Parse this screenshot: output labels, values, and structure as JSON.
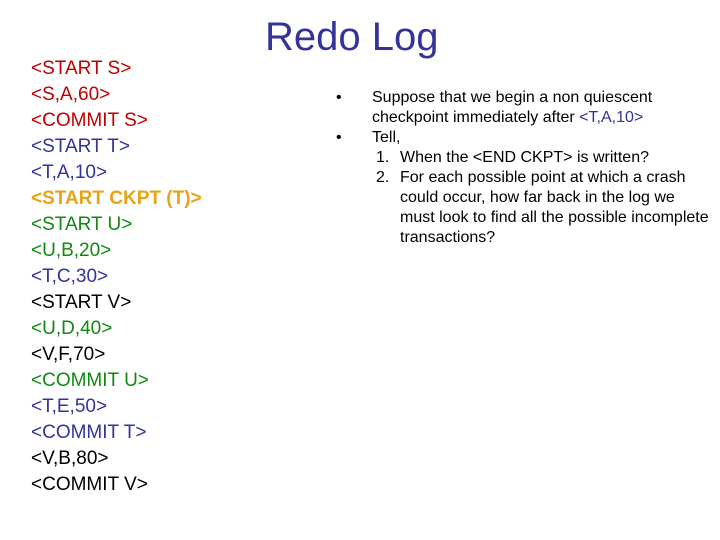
{
  "slide": {
    "title": "Redo Log",
    "title_color": "#333399",
    "background": "#ffffff"
  },
  "colors": {
    "red": "#C00000",
    "blue": "#333399",
    "green": "#118811",
    "orange": "#E8A317",
    "black": "#000000"
  },
  "log": {
    "entries": [
      {
        "text": "<START S>",
        "color": "red",
        "bold": false
      },
      {
        "text": "<S,A,60>",
        "color": "red",
        "bold": false
      },
      {
        "text": "<COMMIT S>",
        "color": "red",
        "bold": false
      },
      {
        "text": "<START T>",
        "color": "blue",
        "bold": false
      },
      {
        "text": "<T,A,10>",
        "color": "blue",
        "bold": false
      },
      {
        "text": "<START CKPT (T)>",
        "color": "orange",
        "bold": true
      },
      {
        "text": "<START U>",
        "color": "green",
        "bold": false
      },
      {
        "text": "<U,B,20>",
        "color": "green",
        "bold": false
      },
      {
        "text": "<T,C,30>",
        "color": "blue",
        "bold": false
      },
      {
        "text": "<START V>",
        "color": "black",
        "bold": false
      },
      {
        "text": "<U,D,40>",
        "color": "green",
        "bold": false
      },
      {
        "text": "<V,F,70>",
        "color": "black",
        "bold": false
      },
      {
        "text": "<COMMIT U>",
        "color": "green",
        "bold": false
      },
      {
        "text": "<T,E,50>",
        "color": "blue",
        "bold": false
      },
      {
        "text": "<COMMIT T>",
        "color": "blue",
        "bold": false
      },
      {
        "text": "<V,B,80>",
        "color": "black",
        "bold": false
      },
      {
        "text": "<COMMIT V>",
        "color": "black",
        "bold": false
      }
    ]
  },
  "bullets": {
    "marker": "•",
    "item1_prefix": "Suppose that we begin a non quiescent checkpoint immediately after ",
    "item1_highlight": "<T,A,10>",
    "item2": "Tell,",
    "sub_items": [
      {
        "num": "1.",
        "text": "When the <END CKPT> is written?"
      },
      {
        "num": "2.",
        "text": "For each possible point at which a crash could occur, how far back in the log we must look to find all the possible incomplete transactions?"
      }
    ]
  }
}
